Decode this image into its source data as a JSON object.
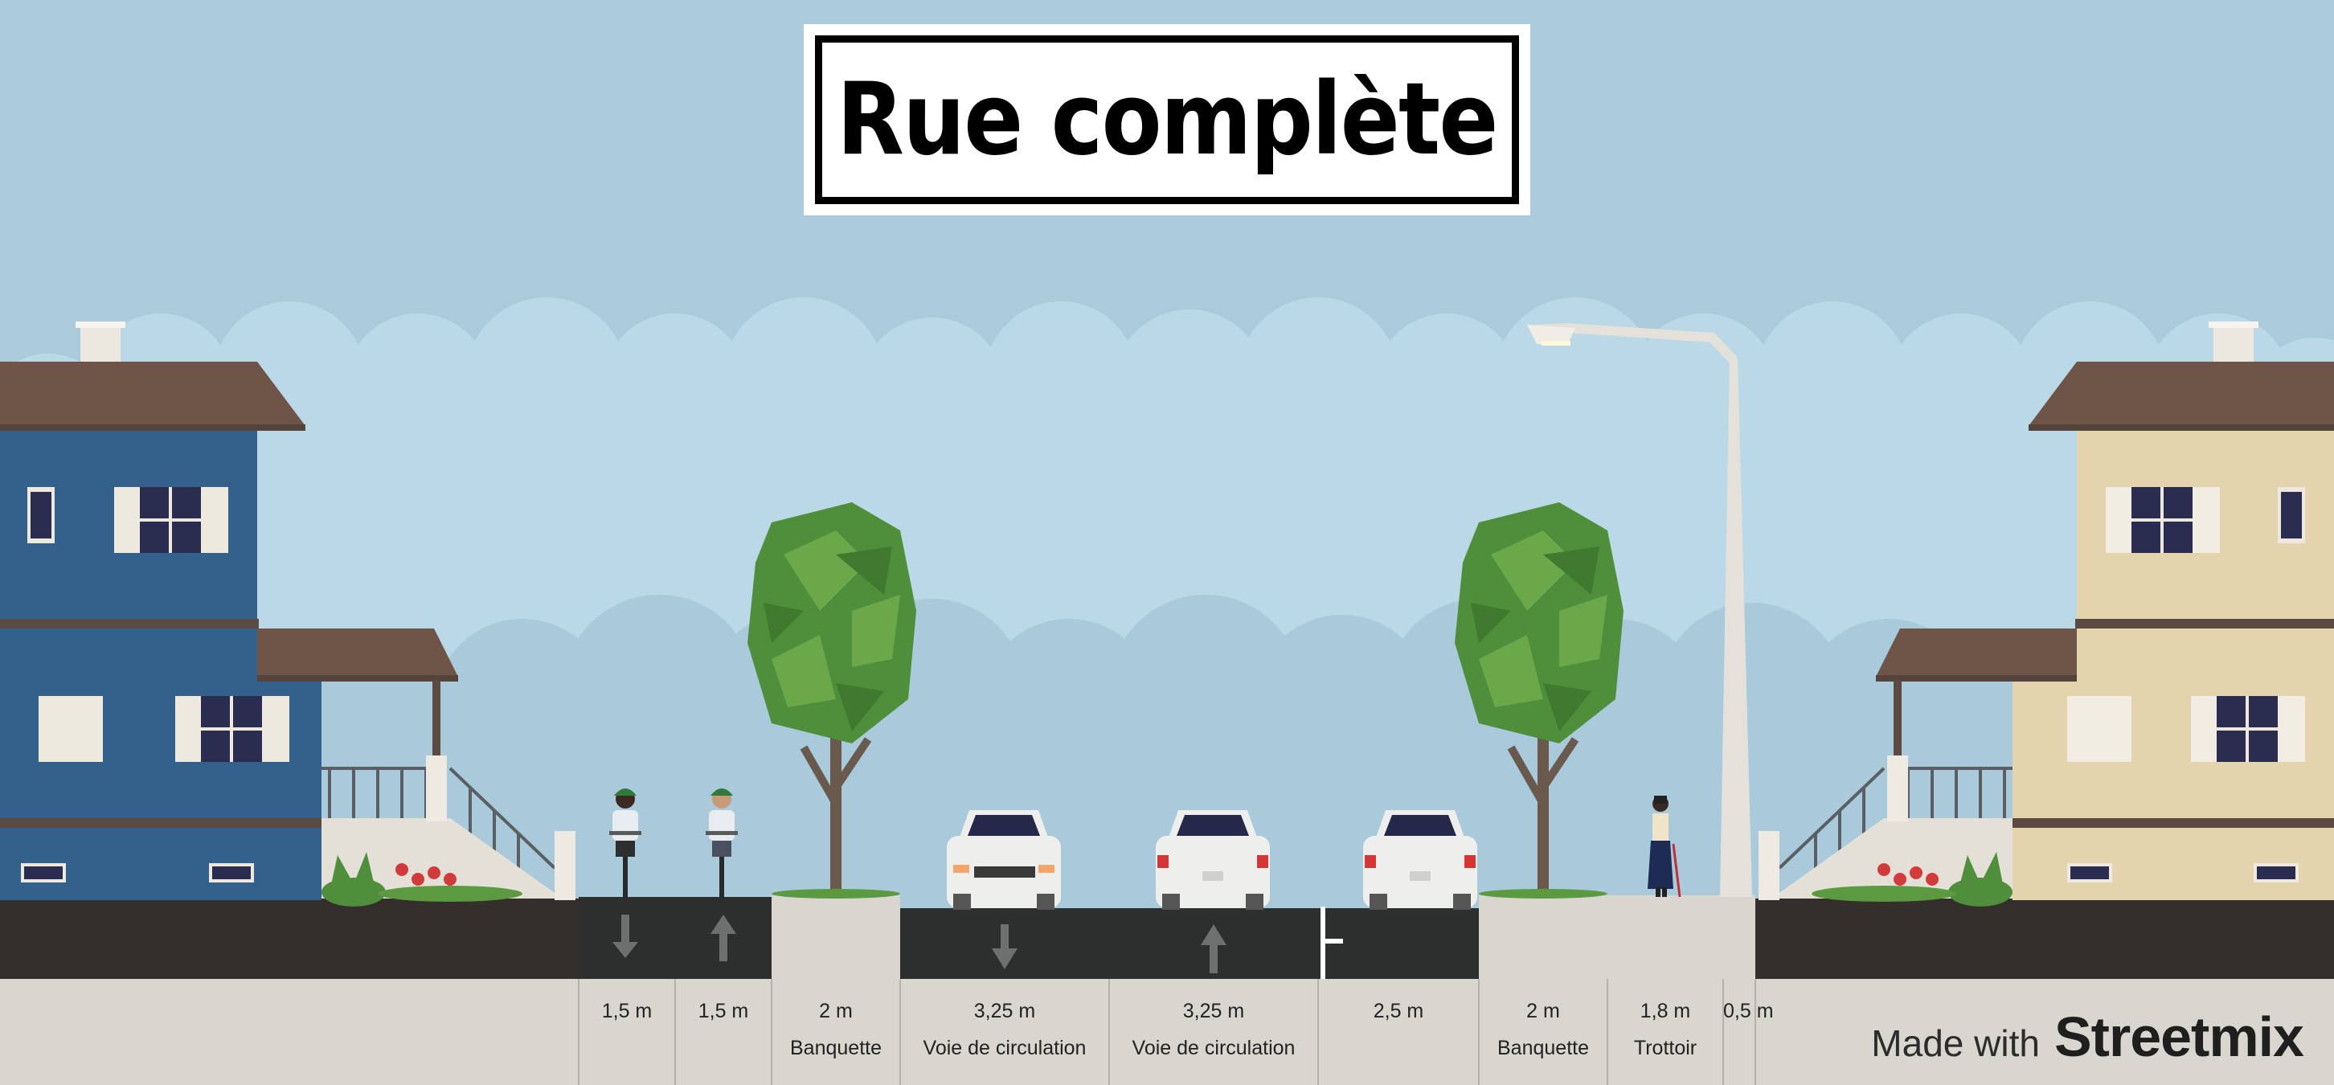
{
  "title": "Rue complète",
  "credit": {
    "prefix": "Made with",
    "brand": "Streetmix"
  },
  "segments": [
    {
      "width": "1,5 m",
      "name": ""
    },
    {
      "width": "1,5 m",
      "name": ""
    },
    {
      "width": "2 m",
      "name": "Banquette"
    },
    {
      "width": "3,25 m",
      "name": "Voie de circulation"
    },
    {
      "width": "3,25 m",
      "name": "Voie de circulation"
    },
    {
      "width": "2,5 m",
      "name": ""
    },
    {
      "width": "2 m",
      "name": "Banquette"
    },
    {
      "width": "1,8 m",
      "name": "Trottoir"
    },
    {
      "width": "0,5 m",
      "name": ""
    }
  ],
  "colors": {
    "sky": "#a9cbdc",
    "asphalt": "#2d2f2e",
    "ground_dark": "#342f2b",
    "sidewalk": "#d9d6d0",
    "house_left": "#34618c",
    "house_right": "#e3d4ae",
    "roof": "#6e5547",
    "tree": "#4f8e3a"
  }
}
